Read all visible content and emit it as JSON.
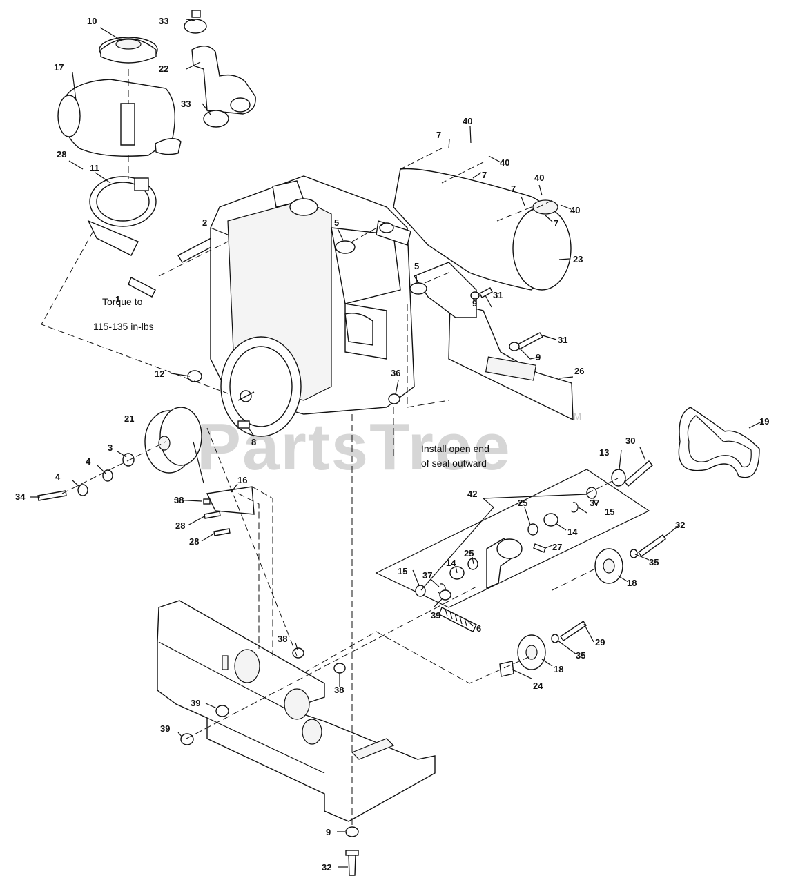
{
  "watermark": {
    "text": "PartsTree",
    "tm": "TM"
  },
  "notes": {
    "torque_line1": "Torque to",
    "torque_line2": "115-135 in-lbs",
    "seal_line1": "Install open end",
    "seal_line2": "of seal outward"
  },
  "callouts": {
    "c1": "1",
    "c2": "2",
    "c3": "3",
    "c4a": "4",
    "c4b": "4",
    "c5a": "5",
    "c5b": "5",
    "c6": "6",
    "c7a": "7",
    "c7b": "7",
    "c7c": "7",
    "c7d": "7",
    "c8": "8",
    "c9a": "9",
    "c9b": "9",
    "c9c": "9",
    "c10": "10",
    "c11": "11",
    "c12": "12",
    "c13": "13",
    "c14a": "14",
    "c14b": "14",
    "c15a": "15",
    "c15b": "15",
    "c16": "16",
    "c17": "17",
    "c18a": "18",
    "c18b": "18",
    "c19": "19",
    "c21": "21",
    "c22": "22",
    "c23": "23",
    "c24": "24",
    "c25a": "25",
    "c25b": "25",
    "c26": "26",
    "c27": "27",
    "c28a": "28",
    "c28b": "28",
    "c28c": "28",
    "c29": "29",
    "c30": "30",
    "c31a": "31",
    "c31b": "31",
    "c32a": "32",
    "c32b": "32",
    "c33a": "33",
    "c33b": "33",
    "c34": "34",
    "c35a": "35",
    "c35b": "35",
    "c36": "36",
    "c37a": "37",
    "c37b": "37",
    "c38a": "38",
    "c38b": "38",
    "c38c": "38",
    "c39a": "39",
    "c39b": "39",
    "c39c": "39",
    "c40a": "40",
    "c40b": "40",
    "c40c": "40",
    "c40d": "40",
    "c42": "42"
  }
}
